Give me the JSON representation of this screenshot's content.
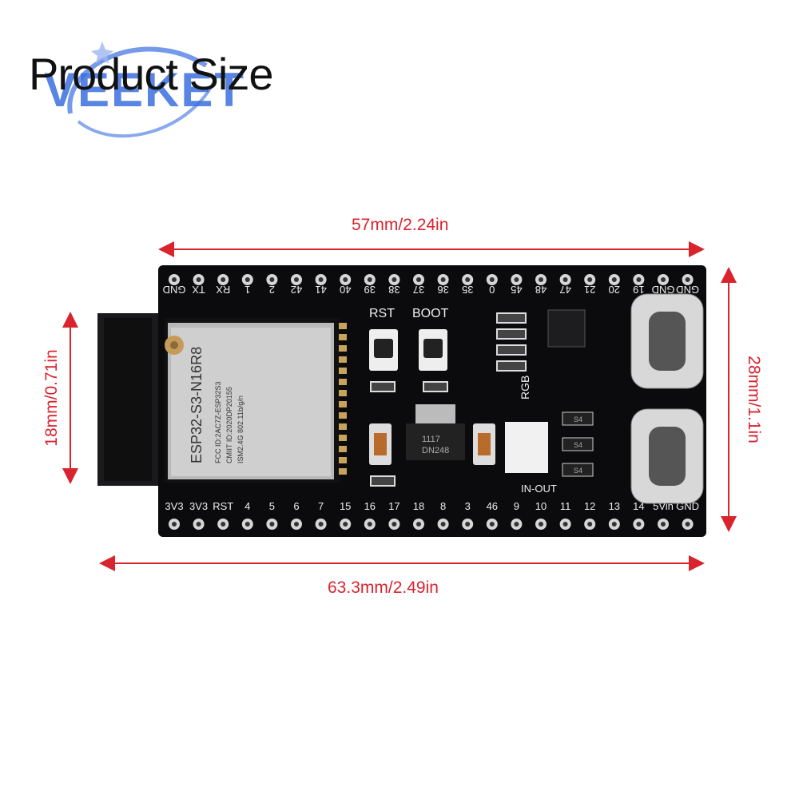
{
  "title": "Product Size",
  "logo_text": "VEEKET",
  "dimensions": {
    "top_width": "57mm/2.24in",
    "bottom_width": "63.3mm/2.49in",
    "left_height": "18mm/0.71in",
    "right_height": "28mm/1.1in"
  },
  "board": {
    "top_pins": [
      "GND",
      "TX",
      "RX",
      "1",
      "2",
      "42",
      "41",
      "40",
      "39",
      "38",
      "37",
      "36",
      "35",
      "0",
      "45",
      "48",
      "47",
      "21",
      "20",
      "19",
      "GND",
      "GND"
    ],
    "bottom_pins": [
      "3V3",
      "3V3",
      "RST",
      "4",
      "5",
      "6",
      "7",
      "15",
      "16",
      "17",
      "18",
      "8",
      "3",
      "46",
      "9",
      "10",
      "11",
      "12",
      "13",
      "14",
      "5Vin",
      "GND"
    ],
    "button_rst": "RST",
    "button_boot": "BOOT",
    "rgb_label": "RGB",
    "inout_label": "IN-OUT",
    "module_lines": [
      "ESP32-S3-N16R8",
      "FCC ID:2AC7Z-ESP32S3",
      "CMIIT ID:2020DP20155",
      "ISM2.4G 802.11b/g/n"
    ],
    "regulator_lines": [
      "1117",
      "DN248"
    ],
    "diode_label": "S4"
  },
  "colors": {
    "dimension": "#d9232d",
    "pcb": "#0b0b0d",
    "logo": "#3b6fe0"
  }
}
